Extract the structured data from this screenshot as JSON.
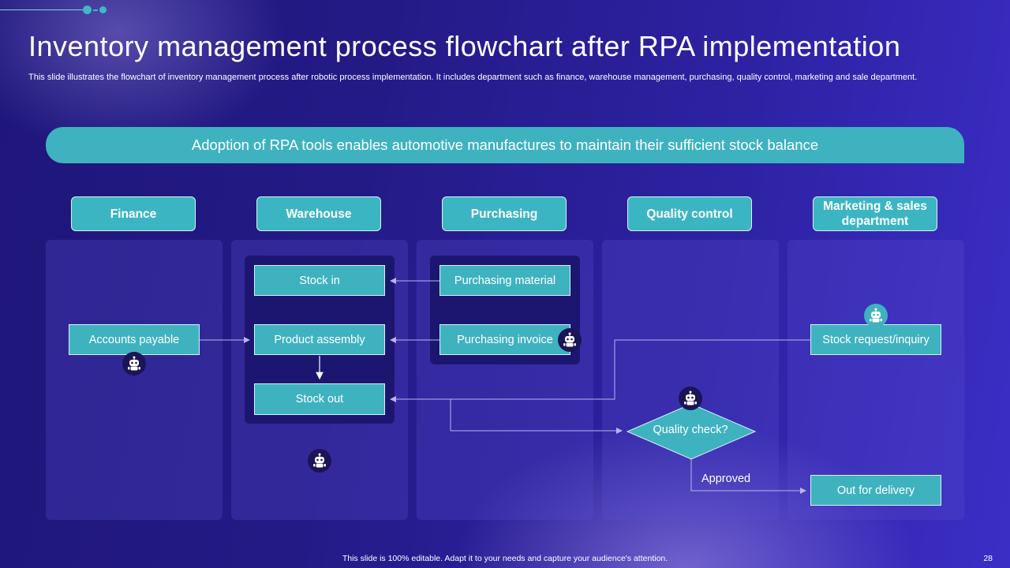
{
  "slide": {
    "title": "Inventory management process flowchart after RPA implementation",
    "subtitle": "This slide illustrates the flowchart of inventory management process after robotic process implementation. It includes department such as finance, warehouse management, purchasing, quality control, marketing and sale department.",
    "banner": "Adoption of RPA tools enables automotive manufactures to maintain their sufficient stock balance",
    "footer": "This slide is 100% editable. Adapt it to your needs and capture your audience's attention.",
    "page_number": "28"
  },
  "departments": {
    "finance": "Finance",
    "warehouse": "Warehouse",
    "purchasing": "Purchasing",
    "quality": "Quality control",
    "marketing": "Marketing & sales department"
  },
  "nodes": {
    "accounts_payable": "Accounts payable",
    "stock_in": "Stock in",
    "product_assembly": "Product assembly",
    "stock_out": "Stock out",
    "purchasing_material": "Purchasing material",
    "purchasing_invoice": "Purchasing invoice",
    "stock_request": "Stock request/inquiry",
    "quality_check": "Quality check?",
    "out_for_delivery": "Out for delivery"
  },
  "edge_labels": {
    "approved": "Approved"
  },
  "icons": {
    "rpa_bot": "robot-icon"
  },
  "colors": {
    "teal": "#3fb2c0",
    "background": "#241a86",
    "group_dark": "#1d1670"
  }
}
